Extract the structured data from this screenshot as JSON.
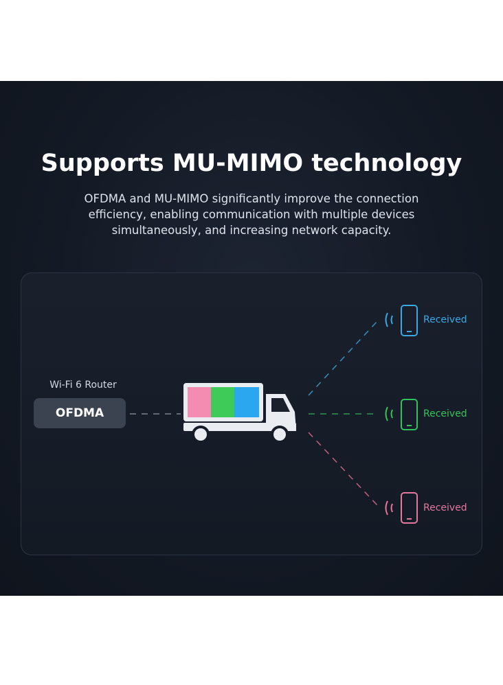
{
  "header": {
    "title": "Supports MU-MIMO technology",
    "subtitle": "OFDMA and MU-MIMO significantly improve the connection efficiency, enabling communication with multiple devices simultaneously, and increasing network capacity."
  },
  "router": {
    "label": "Wi-Fi 6 Router",
    "mode": "OFDMA"
  },
  "devices": [
    {
      "status": "Received",
      "color": "#3aa9e6"
    },
    {
      "status": "Received",
      "color": "#34c35a"
    },
    {
      "status": "Received",
      "color": "#e6779e"
    }
  ],
  "truck_cargo_colors": [
    "#f48bb0",
    "#3fcb58",
    "#2aa7ee"
  ],
  "colors": {
    "background": "#141a25",
    "panel_border": "#2c3444",
    "button": "#3b4350"
  }
}
